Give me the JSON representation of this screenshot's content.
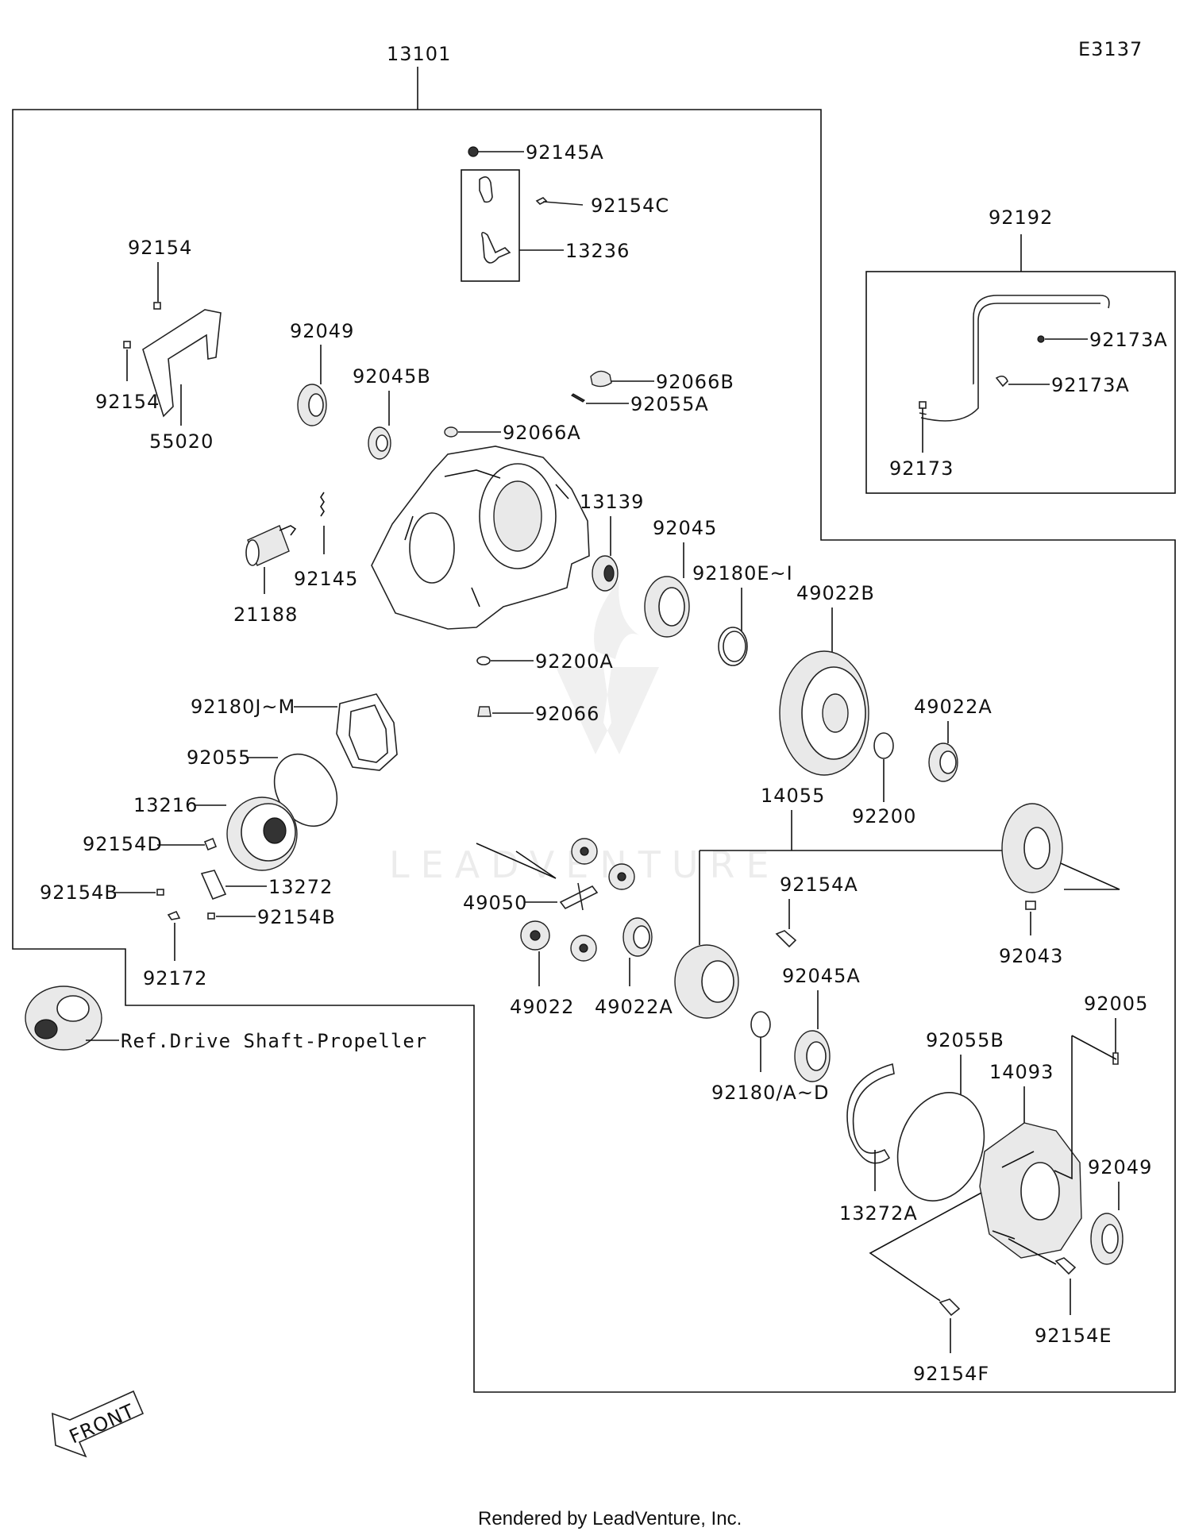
{
  "diagram_code": "E3137",
  "footer": "Rendered by LeadVenture, Inc.",
  "watermark": "LEADVENTURE",
  "front_label": "FRONT",
  "reference_note": "Ref.Drive Shaft-Propeller",
  "parts": {
    "p13101": "13101",
    "p92145A": "92145A",
    "p92154C": "92154C",
    "p13236": "13236",
    "p92192": "92192",
    "p92154_top": "92154",
    "p92154_bottom": "92154",
    "p55020": "55020",
    "p92049_left": "92049",
    "p92045B": "92045B",
    "p92066B": "92066B",
    "p92055A": "92055A",
    "p92066A": "92066A",
    "p92173A_1": "92173A",
    "p92173A_2": "92173A",
    "p92173": "92173",
    "p13139": "13139",
    "p92045": "92045",
    "p92180EI": "92180E~I",
    "p49022B": "49022B",
    "p21188": "21188",
    "p92145": "92145",
    "p92200A": "92200A",
    "p92180JM": "92180J~M",
    "p92066": "92066",
    "p49022A_top": "49022A",
    "p92055": "92055",
    "p13216": "13216",
    "p14055": "14055",
    "p92200": "92200",
    "p92154D": "92154D",
    "p92154A": "92154A",
    "p13272": "13272",
    "p92154B_1": "92154B",
    "p92154B_2": "92154B",
    "p49050": "49050",
    "p92043": "92043",
    "p92045A": "92045A",
    "p92172": "92172",
    "p49022": "49022",
    "p49022A_bottom": "49022A",
    "p92005": "92005",
    "p92055B": "92055B",
    "p14093": "14093",
    "p92180AD": "92180/A~D",
    "p92049_right": "92049",
    "p13272A": "13272A",
    "p92154E": "92154E",
    "p92154F": "92154F"
  }
}
